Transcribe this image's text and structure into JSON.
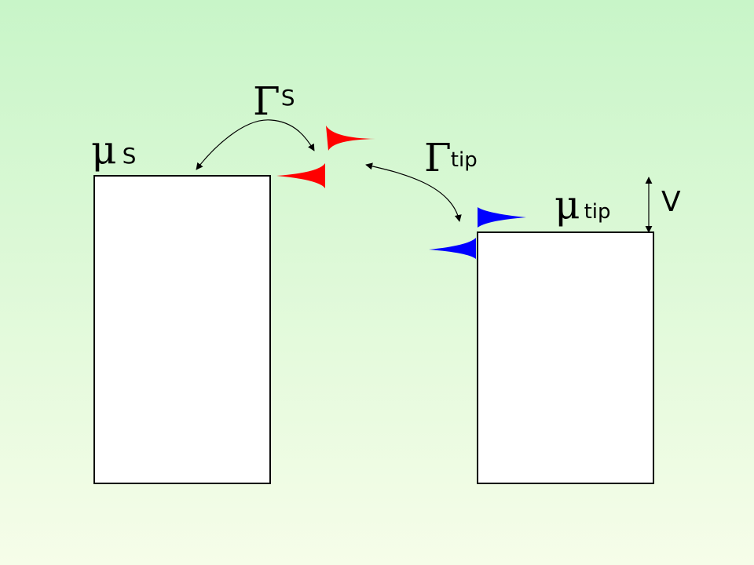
{
  "colors": {
    "background_top": "#c8f5c8",
    "background_bottom": "#f6fde9",
    "sample_level": "#ff0000",
    "tip_level": "#0000ff",
    "electrode_fill": "#ffffff",
    "outline": "#000000"
  },
  "labels": {
    "mu_sample_symbol": "μ",
    "mu_sample_sub": "S",
    "gamma_sample_symbol": "Γ",
    "gamma_sample_sub": "S",
    "gamma_tip_symbol": "Γ",
    "gamma_tip_sub": "tip",
    "mu_tip_symbol": "μ",
    "mu_tip_sub": "tip",
    "bias": "V"
  }
}
